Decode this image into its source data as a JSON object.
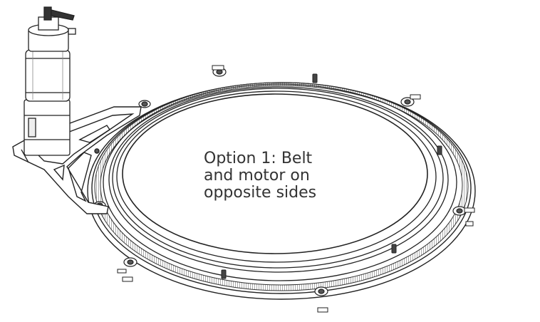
{
  "caption": {
    "lines": [
      "Option 1: Belt",
      "and motor on",
      "opposite sides"
    ]
  },
  "colors": {
    "line": "#222222",
    "text": "#333333",
    "background": "#ffffff"
  }
}
